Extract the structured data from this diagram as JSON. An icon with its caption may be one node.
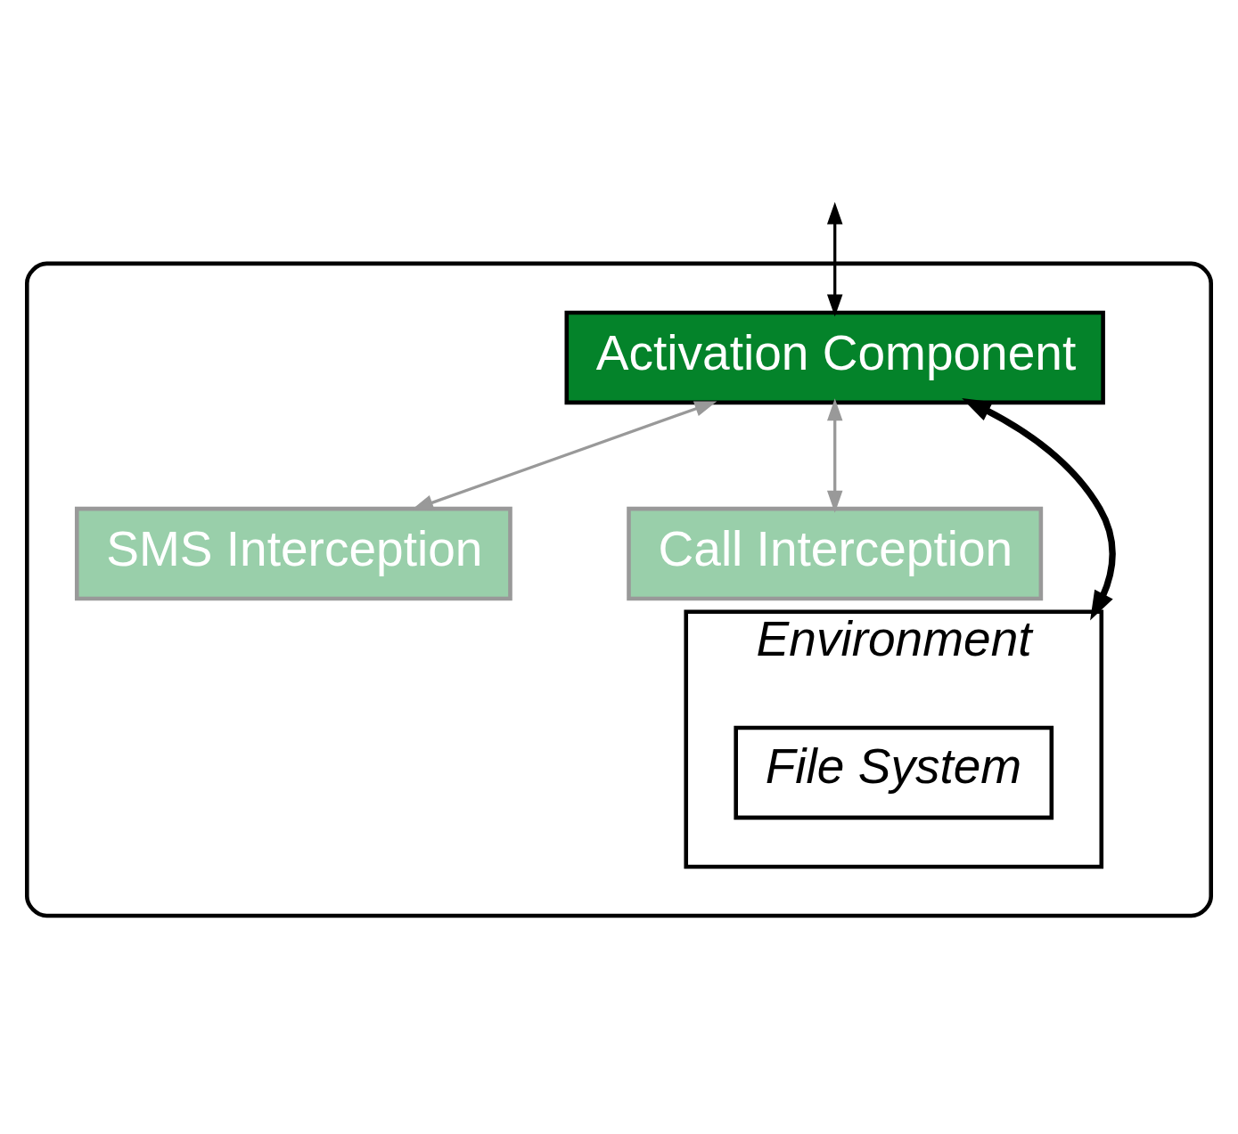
{
  "diagram": {
    "nodes": [
      {
        "text": [],
        "shape": "box"
      },
      {
        "text": [
          "Activation Component"
        ],
        "in": 0
      },
      {
        "text": [
          "SMS Interception"
        ],
        "in": 0
      },
      {
        "text": [
          "Call Interception"
        ],
        "in": 0
      },
      {
        "text": [
          "Environment"
        ],
        "in": 0
      },
      {
        "text": [
          "File System"
        ],
        "in": 4
      }
    ],
    "edges": [
      {
        "from": null,
        "to": 1,
        "arrow": "both"
      },
      {
        "from": 1,
        "to": 2,
        "arrow": "both",
        "color": "#999999"
      },
      {
        "from": 1,
        "to": 3,
        "arrow": "both",
        "color": "#999999"
      },
      {
        "from": 1,
        "to": 4,
        "arrow": "both",
        "style": "thick"
      }
    ]
  }
}
